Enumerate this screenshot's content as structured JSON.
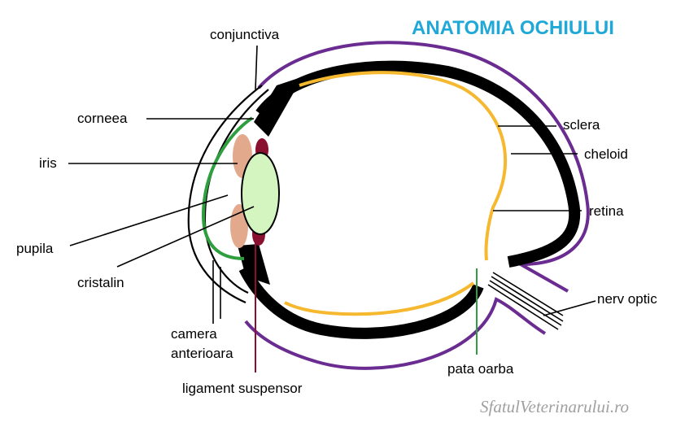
{
  "title": "ANATOMIA OCHIULUI",
  "watermark": "SfatulVeterinarului.ro",
  "labels": {
    "conjunctiva": "conjunctiva",
    "corneea": "corneea",
    "iris": "iris",
    "pupila": "pupila",
    "cristalin": "cristalin",
    "camera_line1": "camera",
    "camera_line2": "anterioara",
    "ligament": "ligament suspensor",
    "sclera": "sclera",
    "cheloid": "cheloid",
    "retina": "retina",
    "nerv_optic": "nerv optic",
    "pata_oarba": "pata oarba"
  },
  "colors": {
    "title": "#20a8d8",
    "sclera": "#6a2c91",
    "choroid": "#000000",
    "retina": "#f5b82e",
    "cornea_line": "#2e9e3e",
    "iris": "#e3a98c",
    "lens": "#d4f5c0",
    "ligament": "#8a1030",
    "watermark": "#a0a0a0"
  }
}
